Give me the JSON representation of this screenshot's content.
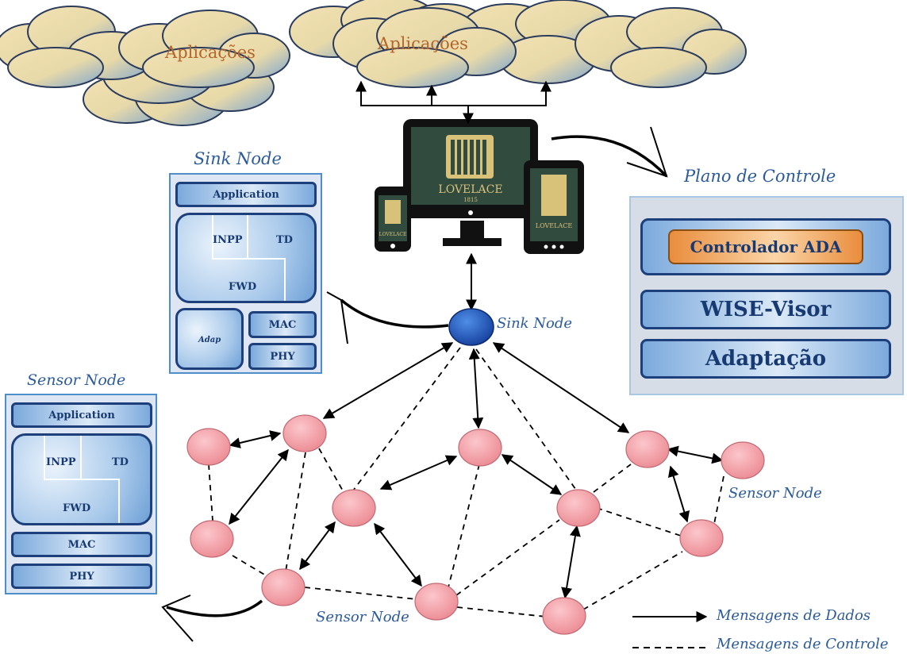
{
  "clouds": {
    "label_left": "Aplicações",
    "label_center": "Aplicações"
  },
  "sink_node_stack": {
    "title": "Sink Node",
    "application": "Application",
    "inpp": "INPP",
    "td": "TD",
    "fwd": "FWD",
    "adap": "Adap",
    "mac": "MAC",
    "phy": "PHY"
  },
  "sensor_node_stack": {
    "title": "Sensor Node",
    "application": "Application",
    "inpp": "INPP",
    "td": "TD",
    "fwd": "FWD",
    "mac": "MAC",
    "phy": "PHY"
  },
  "devices": {
    "brand": "LOVELACE",
    "year": "1815"
  },
  "control_plane": {
    "title": "Plano de Controle",
    "controller": "Controlador ADA",
    "visor": "WISE-Visor",
    "adaptation": "Adaptação"
  },
  "network": {
    "sink_label": "Sink Node",
    "sensor_label_right": "Sensor Node",
    "sensor_label_bottom": "Sensor Node"
  },
  "legend": {
    "data_messages": "Mensagens de Dados",
    "control_messages": "Mensagens de Controle"
  },
  "colors": {
    "caption_blue": "#2c5b9a",
    "layer_border": "#1d3f7c",
    "node_fill": "#f08f97",
    "sink_fill": "#1f5fc4",
    "cloud_text": "#b4662a",
    "controller_fill": "#f0a25a"
  }
}
